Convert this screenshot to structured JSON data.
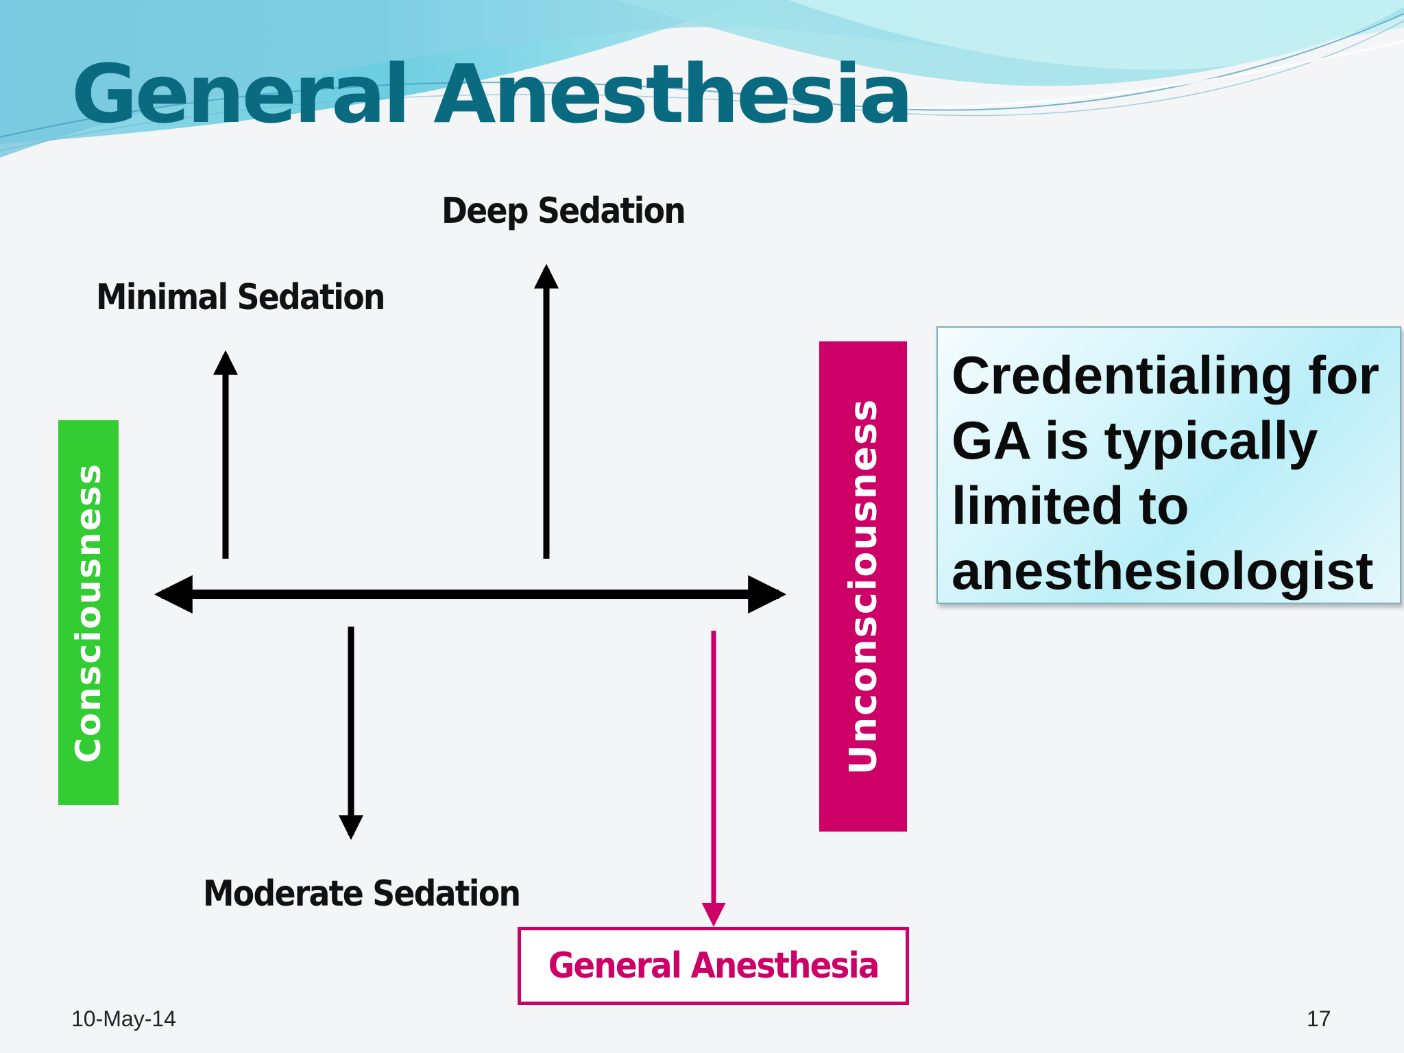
{
  "slide": {
    "title": "General Anesthesia",
    "date": "10-May-14",
    "page_number": "17"
  },
  "diagram": {
    "deep_sedation": "Deep Sedation",
    "minimal_sedation": "Minimal Sedation",
    "moderate_sedation": "Moderate Sedation",
    "general_anesthesia": "General Anesthesia",
    "consciousness": "Consciousness",
    "unconsciousness": "Unconsciousness"
  },
  "note": {
    "lines": [
      "Credentialing for",
      "GA is typically",
      "limited to",
      "anesthesiologist"
    ]
  },
  "colors": {
    "title": "#0a6a80",
    "consciousness_bar": "#33cc33",
    "unconsciousness_bar": "#cc0066",
    "general_anesthesia": "#cc0066",
    "arrows": "#000000"
  }
}
